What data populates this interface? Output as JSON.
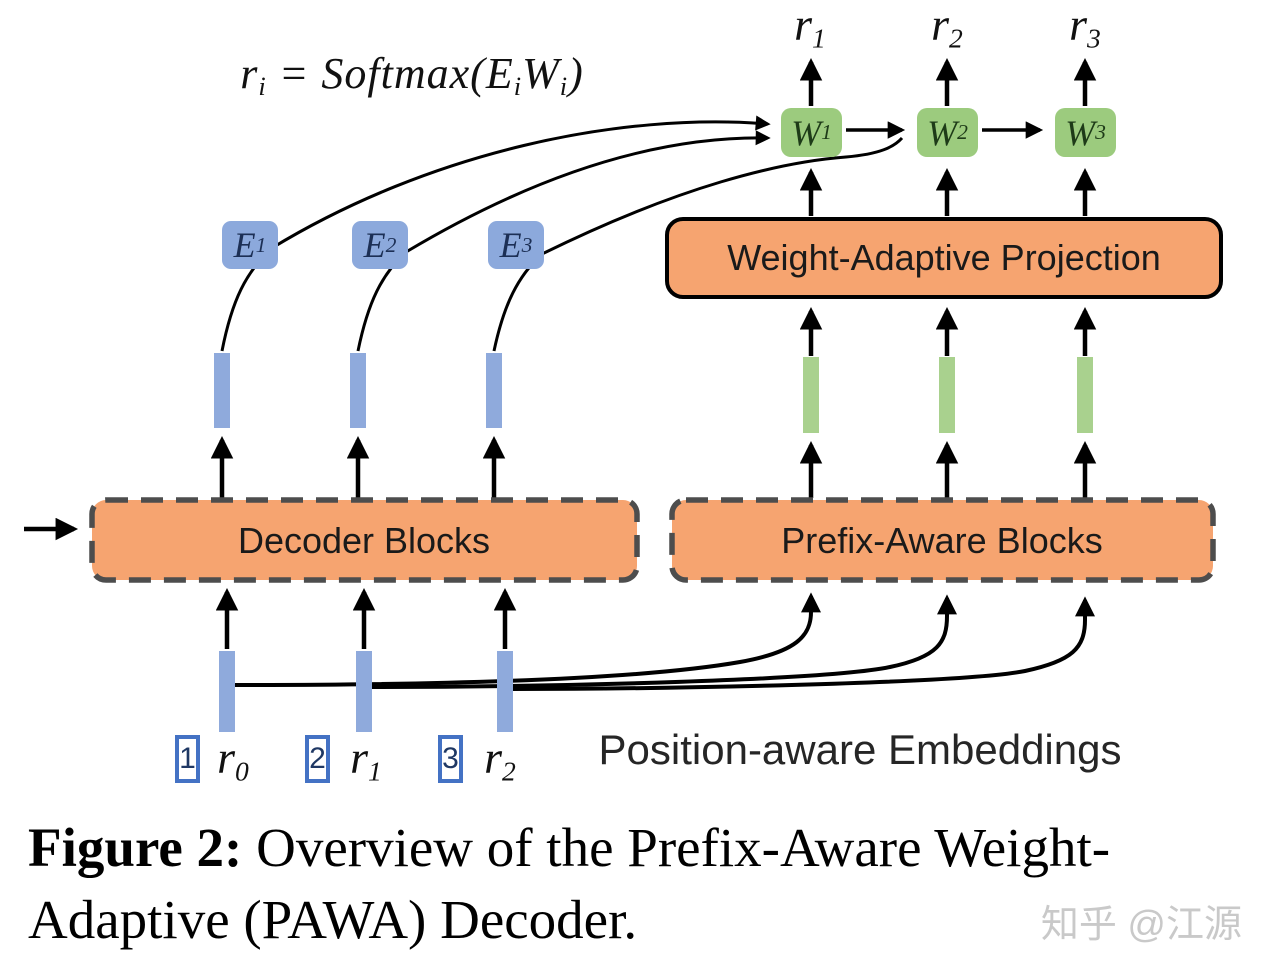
{
  "formula": {
    "parts": [
      {
        "t": "r"
      },
      {
        "t": "i"
      },
      {
        "t": " = Softmax("
      },
      {
        "t": "E"
      },
      {
        "t": "i"
      },
      {
        "t": "W"
      },
      {
        "t": "i"
      },
      {
        "t": ")"
      }
    ]
  },
  "top_outputs": [
    {
      "base": "r",
      "sub": "1"
    },
    {
      "base": "r",
      "sub": "2"
    },
    {
      "base": "r",
      "sub": "3"
    }
  ],
  "weight_nodes": [
    {
      "base": "W",
      "sub": "1"
    },
    {
      "base": "W",
      "sub": "2"
    },
    {
      "base": "W",
      "sub": "3"
    }
  ],
  "embedding_nodes": [
    {
      "base": "E",
      "sub": "1"
    },
    {
      "base": "E",
      "sub": "2"
    },
    {
      "base": "E",
      "sub": "3"
    }
  ],
  "projection_box": {
    "label": "Weight-Adaptive Projection"
  },
  "decoder_box": {
    "label": "Decoder Blocks"
  },
  "prefix_box": {
    "label": "Prefix-Aware Blocks"
  },
  "embeddings_label": "Position-aware Embeddings",
  "tokens": [
    {
      "index": "1",
      "base": "r",
      "sub": "0"
    },
    {
      "index": "2",
      "base": "r",
      "sub": "1"
    },
    {
      "index": "3",
      "base": "r",
      "sub": "2"
    }
  ],
  "caption": {
    "figure_label": "Figure 2:",
    "line1_rest": " Overview of the Prefix-Aware Weight-",
    "line2": "Adaptive (PAWA) Decoder."
  },
  "watermark": "知乎 @江源",
  "colors": {
    "orange_fill": "#F6A470",
    "green_node": "#9CCB7E",
    "green_bar": "#A9D18E",
    "blue_node": "#8CA9DC",
    "blue_bar": "#8FAADC",
    "dashed_border": "#4D4D4D",
    "token_box_border": "#4472C4",
    "line_black": "#000000",
    "watermark_gray": "#C9C9C9"
  }
}
